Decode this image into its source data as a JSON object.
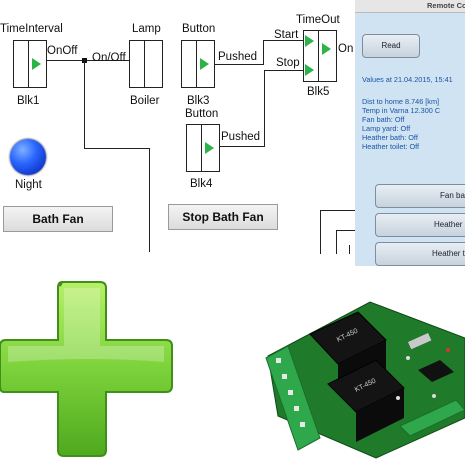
{
  "diagram": {
    "blocks": [
      {
        "id": "blk1",
        "top_label": "TimeInterval",
        "bottom_label": "Blk1",
        "output": "OnOff"
      },
      {
        "id": "boiler",
        "top_label": "Lamp",
        "bottom_label": "Boiler",
        "input": "On/Off"
      },
      {
        "id": "blk3",
        "top_label": "Button",
        "bottom_label": "Blk3",
        "output": "Pushed"
      },
      {
        "id": "blk4",
        "top_label": "Button",
        "bottom_label": "Blk4",
        "output": "Pushed"
      },
      {
        "id": "blk5",
        "top_label": "TimeOut",
        "bottom_label": "Blk5",
        "inputs": [
          "Start",
          "Stop"
        ],
        "output": "On"
      }
    ],
    "indicator_label": "Night",
    "buttons": {
      "bath_fan": "Bath Fan",
      "stop_bath_fan": "Stop Bath Fan"
    }
  },
  "phone": {
    "title": "Remote Co",
    "read_button": "Read",
    "values_line": "Values at 21.04.2015, 15:41",
    "status_lines": [
      "Dist to home 8.746 [km]",
      "Temp in Varna 12.300 C",
      "Fan bath: Off",
      "Lamp yard: Off",
      "Heather bath: Off",
      "Heather toilet: Off"
    ],
    "action_buttons": [
      "Fan ba",
      "Heather",
      "Heather t"
    ]
  },
  "relay_board": {
    "relay_text": "KT-450",
    "colors": {
      "pcb": "#1f7a2a",
      "terminal": "#2ea84a",
      "relay": "#141414"
    }
  },
  "plus_icon": {
    "color": "#7bd23a"
  }
}
